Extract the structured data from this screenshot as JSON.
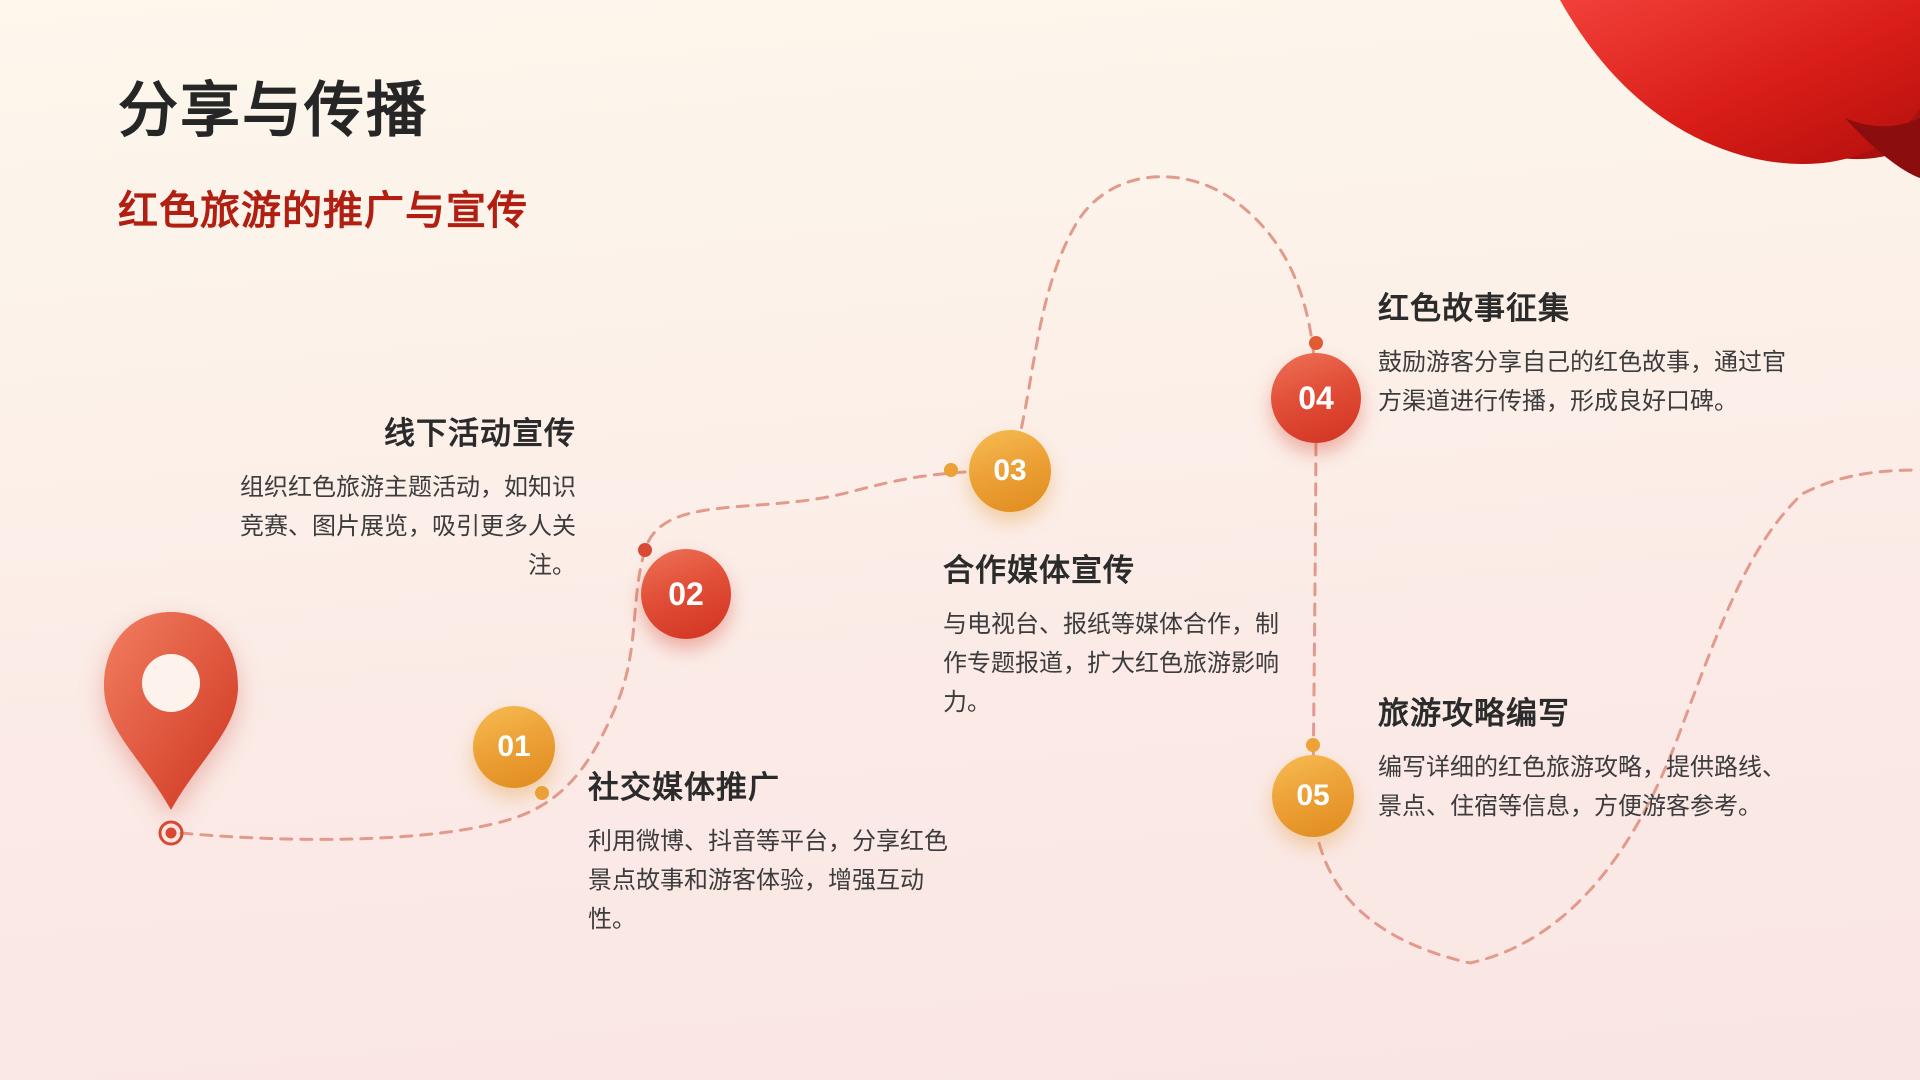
{
  "slide": {
    "title": "分享与传播",
    "subtitle": "红色旅游的推广与宣传"
  },
  "milestones": [
    {
      "number": "01",
      "title": "社交媒体推广",
      "description": "利用微博、抖音等平台，分享红色景点故事和游客体验，增强互动性。",
      "color": "orange"
    },
    {
      "number": "02",
      "title": "线下活动宣传",
      "description": "组织红色旅游主题活动，如知识竞赛、图片展览，吸引更多人关注。",
      "color": "red"
    },
    {
      "number": "03",
      "title": "合作媒体宣传",
      "description": "与电视台、报纸等媒体合作，制作专题报道，扩大红色旅游影响力。",
      "color": "orange"
    },
    {
      "number": "04",
      "title": "红色故事征集",
      "description": "鼓励游客分享自己的红色故事，通过官方渠道进行传播，形成良好口碑。",
      "color": "red"
    },
    {
      "number": "05",
      "title": "旅游攻略编写",
      "description": "编写详细的红色旅游攻略，提供路线、景点、住宿等信息，方便游客参考。",
      "color": "orange"
    }
  ],
  "icons": {
    "pin": "location-pin-icon",
    "ribbon": "ribbon-decoration-icon"
  },
  "colors": {
    "accent_red": "#d23221",
    "accent_orange": "#eda238",
    "subtitle_red": "#b01f12",
    "path_dashed": "#e29a8c",
    "title_dark": "#262626",
    "body_text": "#3c3c3c",
    "background_top": "#fdf7ec",
    "background_bottom": "#f9e6e4",
    "ribbon_red": "#d31515"
  }
}
